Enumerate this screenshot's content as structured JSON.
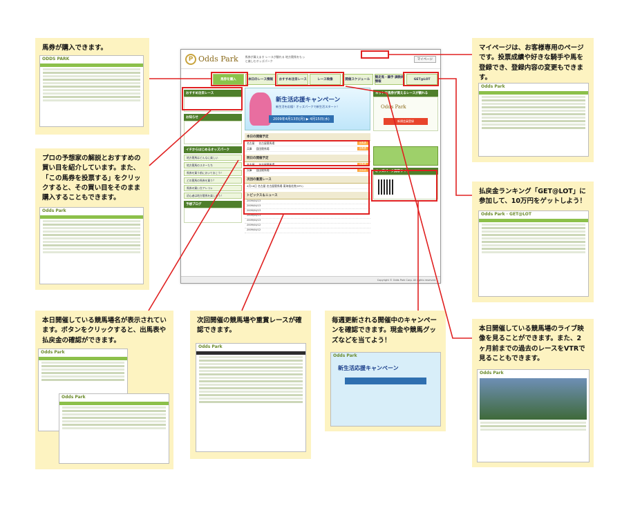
{
  "callouts": {
    "buy": "馬券が購入できます。",
    "mypage": "マイページは、お客様専用のページです。投票成績や好きな騎手や馬を登録でき、登録内容の変更もできます。",
    "yoso": "プロの予想家の解説とおすすめの買い目を紹介しています。また、「この馬券を投票する」をクリックすると、その買い目をそのまま購入することもできます。",
    "getlot": "払戻金ランキング「GET@LOT」に参加して、10万円をゲットしよう！",
    "today": "本日開催している競馬場名が表示されています。ボタンをクリックすると、出馬表や払戻金の確認ができます。",
    "next": "次回開催の競馬場や重賞レースが確認できます。",
    "campaign": "毎週更新される開催中のキャンペーンを確認できます。現金や競馬グッズなどを当てよう！",
    "live": "本日開催している競馬場のライブ映像を見ることができます。また、2ヶ月前までの過去のレースをVTRで見ることもできます。"
  },
  "main": {
    "logo": "Odds Park",
    "tagline": "馬券が買えます レースが観れる 地方競馬をもっと楽しむオッズパーク",
    "mypage": "マイページ",
    "nav": [
      "馬券を購入",
      "本日のレース情報",
      "おすすめ注目レース",
      "レース映像",
      "開催スケジュール",
      "競走馬・騎手 調教師情報",
      "GET@LOT"
    ],
    "left_titles": [
      "おすすめ注目レース",
      "お知らせ",
      "イチからはじめるオッズパーク",
      "予想ブログ"
    ],
    "left_buttons": [
      "地方競馬はどんなに楽しい",
      "地方競馬のスターたち",
      "馬券を買う前においておこう！",
      "どの競馬の馬券を買う？",
      "馬券の買い方アレコレ",
      "初心者は地方競馬を楽しもう！"
    ],
    "banner_title": "新生活応援キャンペーン",
    "banner_sub": "新生活を応援！オッズパークで新生活スタート！",
    "banner_date": "2009年4月13日(月) ▶ 4月15日(水)",
    "sect_today": "本日の開催予定",
    "sect_tomorrow": "明日の開催予定",
    "sect_next": "次回の重賞レース",
    "sect_topics": "トピックス＆ニュース",
    "races_today": [
      {
        "track": "名古屋",
        "name": "名古屋競馬場",
        "btn": "出馬表"
      },
      {
        "track": "兵庫",
        "name": "園田競馬場",
        "btn": "出馬表"
      }
    ],
    "races_tomorrow": [
      {
        "track": "名古屋",
        "name": "名古屋競馬場",
        "btn": "出馬表"
      },
      {
        "track": "兵庫",
        "name": "園田競馬場",
        "btn": "出馬表"
      }
    ],
    "next_race": "4月16日 名古屋 名古屋競馬場 東海桜花賞(SP1)",
    "topics": [
      "2009/04/13",
      "2009/04/13",
      "2009/04/13",
      "2009/04/13",
      "2009/04/13",
      "2009/04/12",
      "2009/04/12"
    ],
    "right_title": "ネットで馬券が買えるレースが観れる",
    "right_btn": "新規会員登録",
    "right_odds": "オッズパーク携帯サイト",
    "footer": "Copyright © Odds Park Corp. All rights reserved."
  }
}
